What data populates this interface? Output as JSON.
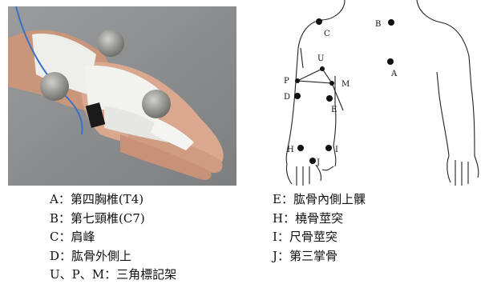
{
  "diagram": {
    "marker_labels": {
      "A": "A",
      "B": "B",
      "C": "C",
      "D": "D",
      "E": "E",
      "H": "H",
      "I": "I",
      "J": "J",
      "M": "M",
      "P": "P",
      "U": "U"
    }
  },
  "legend": {
    "left": [
      "A：第四胸椎(T4)",
      "B：第七頸椎(C7)",
      "C：肩峰",
      "D：肱骨外側上",
      "U、P、M：三角標記架"
    ],
    "right": [
      "E：肱骨內側上髁",
      "H：橈骨莖突",
      "I：尺骨莖突",
      "J：第三掌骨"
    ]
  }
}
